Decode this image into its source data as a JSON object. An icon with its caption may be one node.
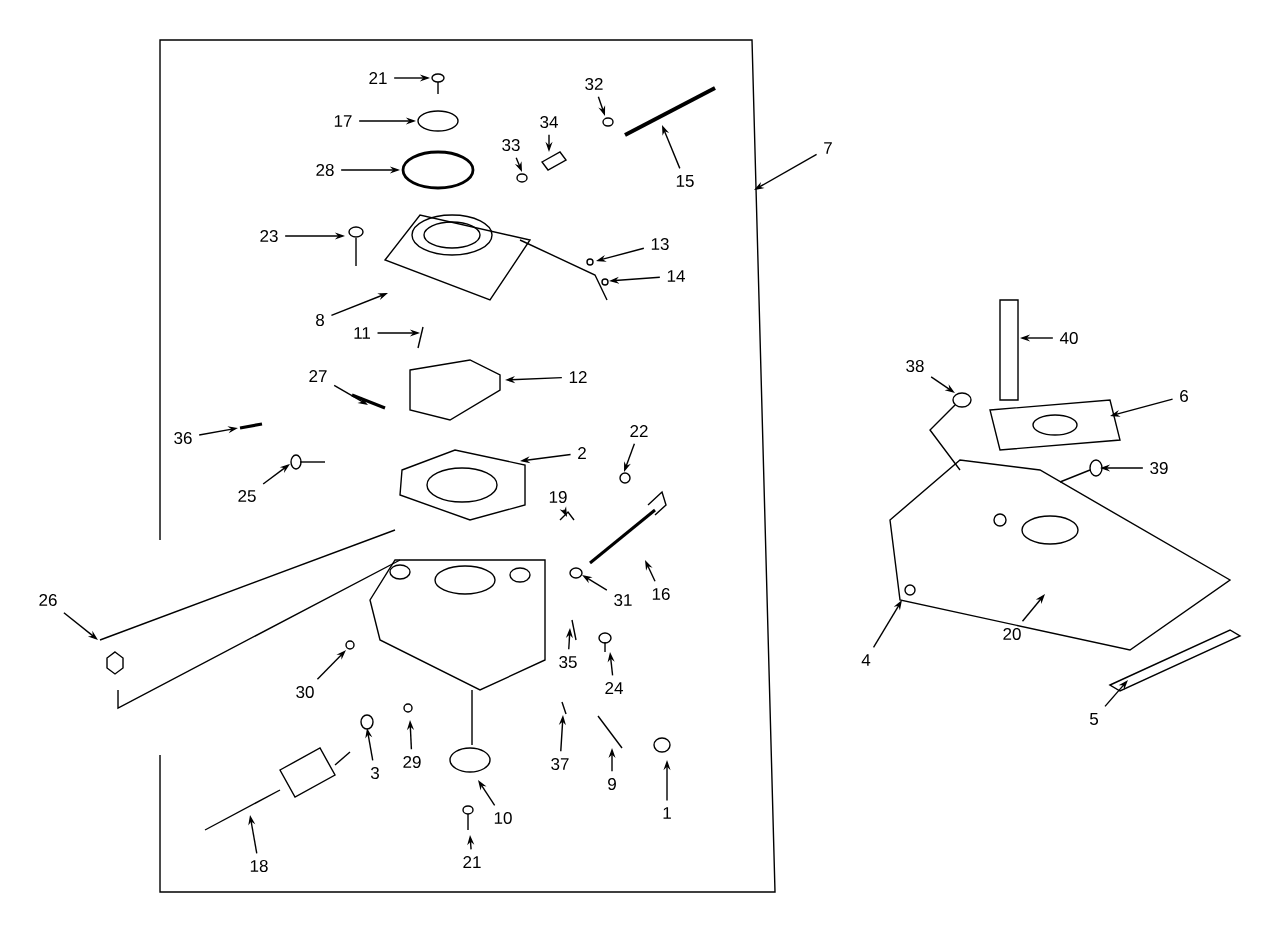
{
  "diagram": {
    "nodes": [
      {
        "text": [
          "21"
        ]
      },
      {
        "text": [
          "32"
        ]
      },
      {
        "text": [
          "17"
        ]
      },
      {
        "text": [
          "34"
        ]
      },
      {
        "text": [
          "33"
        ]
      },
      {
        "text": [
          "7"
        ]
      },
      {
        "text": [
          "28"
        ]
      },
      {
        "text": [
          "15"
        ]
      },
      {
        "text": [
          "23"
        ]
      },
      {
        "text": [
          "13"
        ]
      },
      {
        "text": [
          "14"
        ]
      },
      {
        "text": [
          "8"
        ]
      },
      {
        "text": [
          "11"
        ]
      },
      {
        "text": [
          "40"
        ]
      },
      {
        "text": [
          "27"
        ]
      },
      {
        "text": [
          "12"
        ]
      },
      {
        "text": [
          "38"
        ]
      },
      {
        "text": [
          "6"
        ]
      },
      {
        "text": [
          "22"
        ]
      },
      {
        "text": [
          "36"
        ]
      },
      {
        "text": [
          "2"
        ]
      },
      {
        "text": [
          "39"
        ]
      },
      {
        "text": [
          "19"
        ]
      },
      {
        "text": [
          "25"
        ]
      },
      {
        "text": [
          "26"
        ]
      },
      {
        "text": [
          "16"
        ]
      },
      {
        "text": [
          "31"
        ]
      },
      {
        "text": [
          "20"
        ]
      },
      {
        "text": [
          "4"
        ]
      },
      {
        "text": [
          "35"
        ]
      },
      {
        "text": [
          "24"
        ]
      },
      {
        "text": [
          "30"
        ]
      },
      {
        "text": [
          "5"
        ]
      },
      {
        "text": [
          "29"
        ]
      },
      {
        "text": [
          "37"
        ]
      },
      {
        "text": [
          "3"
        ]
      },
      {
        "text": [
          "9"
        ]
      },
      {
        "text": [
          "1"
        ]
      },
      {
        "text": [
          "10"
        ]
      },
      {
        "text": [
          "21"
        ]
      },
      {
        "text": [
          "18"
        ]
      }
    ],
    "edges": [
      {
        "from": 0,
        "to": null,
        "arrow": "to"
      },
      {
        "from": 1,
        "to": null,
        "arrow": "to"
      },
      {
        "from": 2,
        "to": null,
        "arrow": "to"
      },
      {
        "from": 3,
        "to": null,
        "arrow": "to"
      },
      {
        "from": 4,
        "to": null,
        "arrow": "to"
      },
      {
        "from": 5,
        "to": null,
        "arrow": "to"
      },
      {
        "from": 6,
        "to": null,
        "arrow": "to"
      },
      {
        "from": 7,
        "to": null,
        "arrow": "to"
      },
      {
        "from": 8,
        "to": null,
        "arrow": "to"
      },
      {
        "from": 9,
        "to": null,
        "arrow": "to"
      },
      {
        "from": 10,
        "to": null,
        "arrow": "to"
      },
      {
        "from": 11,
        "to": null,
        "arrow": "to"
      },
      {
        "from": 12,
        "to": null,
        "arrow": "to"
      },
      {
        "from": 13,
        "to": null,
        "arrow": "to"
      },
      {
        "from": 14,
        "to": null,
        "arrow": "to"
      },
      {
        "from": 15,
        "to": null,
        "arrow": "to"
      },
      {
        "from": 16,
        "to": null,
        "arrow": "to"
      },
      {
        "from": 17,
        "to": null,
        "arrow": "to"
      },
      {
        "from": 18,
        "to": null,
        "arrow": "to"
      },
      {
        "from": 19,
        "to": null,
        "arrow": "to"
      },
      {
        "from": 20,
        "to": null,
        "arrow": "to"
      },
      {
        "from": 21,
        "to": null,
        "arrow": "to"
      },
      {
        "from": 22,
        "to": null,
        "arrow": "to"
      },
      {
        "from": 23,
        "to": null,
        "arrow": "to"
      },
      {
        "from": 24,
        "to": null,
        "arrow": "to"
      },
      {
        "from": 25,
        "to": null,
        "arrow": "to"
      },
      {
        "from": 26,
        "to": null,
        "arrow": "to"
      },
      {
        "from": 27,
        "to": null,
        "arrow": "to"
      },
      {
        "from": 28,
        "to": null,
        "arrow": "to"
      },
      {
        "from": 29,
        "to": null,
        "arrow": "to"
      },
      {
        "from": 30,
        "to": null,
        "arrow": "to"
      },
      {
        "from": 31,
        "to": null,
        "arrow": "to"
      },
      {
        "from": 32,
        "to": null,
        "arrow": "to"
      },
      {
        "from": 33,
        "to": null,
        "arrow": "to"
      },
      {
        "from": 34,
        "to": null,
        "arrow": "to"
      },
      {
        "from": 35,
        "to": null,
        "arrow": "to"
      },
      {
        "from": 36,
        "to": null,
        "arrow": "to"
      },
      {
        "from": 37,
        "to": null,
        "arrow": "to"
      },
      {
        "from": 38,
        "to": null,
        "arrow": "to"
      },
      {
        "from": 39,
        "to": null,
        "arrow": "to"
      },
      {
        "from": 40,
        "to": null,
        "arrow": "to"
      }
    ]
  }
}
